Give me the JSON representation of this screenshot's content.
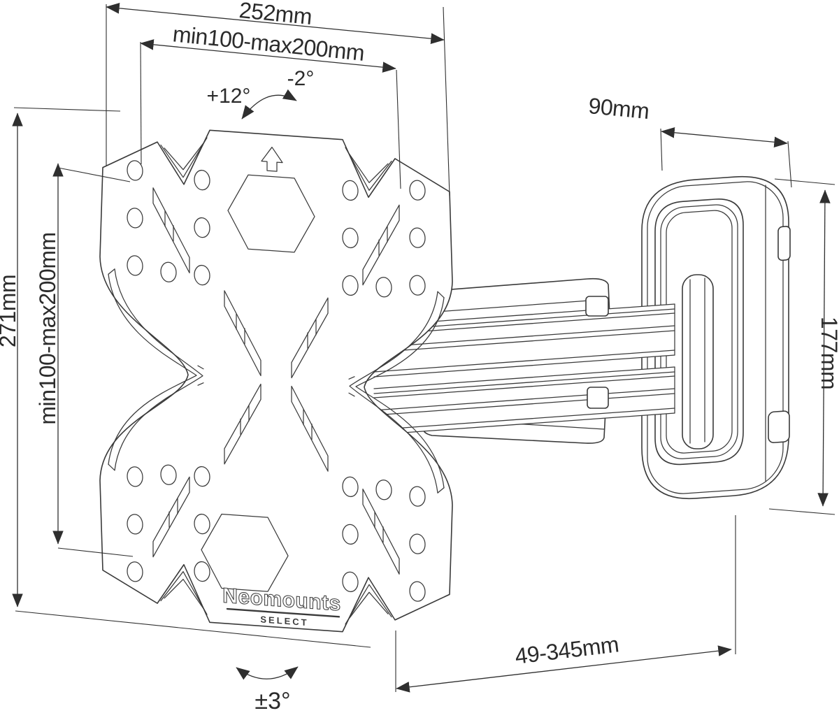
{
  "drawing": {
    "type": "TV wall mount dimensional diagram",
    "brand": {
      "name": "Neomounts",
      "series": "SELECT"
    },
    "dimensions": {
      "plate_width": "252mm",
      "vesa_width": "min100-max200mm",
      "plate_height": "271mm",
      "vesa_height": "min100-max200mm",
      "bracket_depth": "90mm",
      "bracket_height": "177mm",
      "arm_extension": "49-345mm"
    },
    "angles": {
      "tilt_up": "+12°",
      "tilt_down": "-2°",
      "swivel": "±3°"
    },
    "colors": {
      "line": "#3a3a3a",
      "background": "#ffffff"
    }
  }
}
